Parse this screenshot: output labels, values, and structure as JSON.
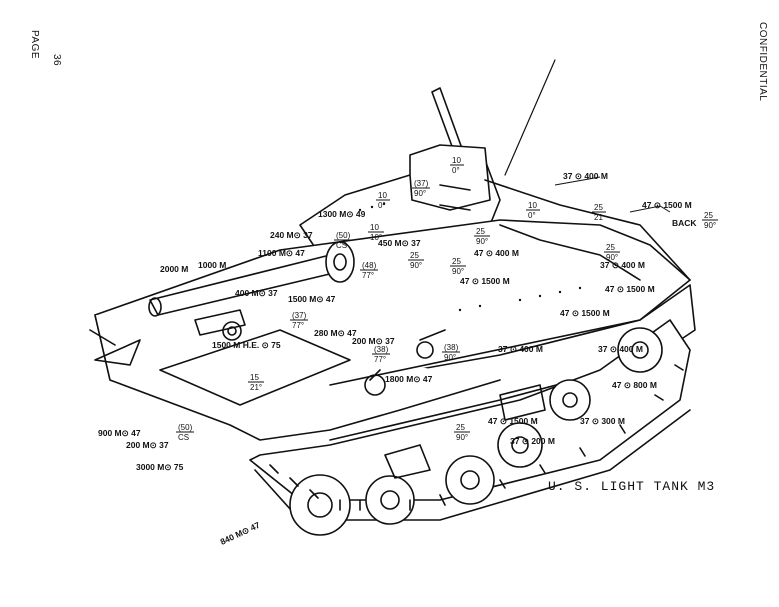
{
  "page": {
    "page_label": "PAGE",
    "page_number": "36",
    "classification": "CONFIDENTIAL",
    "caption": "U. S. LIGHT TANK M3"
  },
  "drawing": {
    "callouts": [
      {
        "id": "turret-rear",
        "range": "400",
        "caliber": "37"
      },
      {
        "id": "rear-back",
        "range": "1500",
        "caliber": "47"
      },
      {
        "id": "hull-side-1",
        "range": "400",
        "caliber": "37"
      },
      {
        "id": "hull-side-2",
        "range": "1500",
        "caliber": "47"
      },
      {
        "id": "hull-side-3",
        "range": "1500",
        "caliber": "47"
      },
      {
        "id": "hull-side-4",
        "range": "400",
        "caliber": "37"
      },
      {
        "id": "hull-side-5",
        "range": "400",
        "caliber": "37"
      },
      {
        "id": "track-1",
        "range": "800",
        "caliber": "47"
      },
      {
        "id": "track-2",
        "range": "1500",
        "caliber": "47"
      },
      {
        "id": "track-3",
        "range": "300",
        "caliber": "37"
      },
      {
        "id": "track-4",
        "range": "200",
        "caliber": "37"
      },
      {
        "id": "turret-top",
        "range": "1300",
        "caliber": "49"
      },
      {
        "id": "turret-side",
        "range": "450",
        "caliber": "37"
      },
      {
        "id": "turret-front",
        "range": "400",
        "caliber": "47"
      },
      {
        "id": "turret-front-2",
        "range": "1500",
        "caliber": "47"
      },
      {
        "id": "mantlet-1",
        "range": "240",
        "caliber": "37"
      },
      {
        "id": "mantlet-2",
        "range": "1100",
        "caliber": "47"
      },
      {
        "id": "gun",
        "range": "2000",
        "caliber": "M"
      },
      {
        "id": "gun-2",
        "range": "1000",
        "caliber": "M"
      },
      {
        "id": "hull-front-1",
        "range": "400",
        "caliber": "37"
      },
      {
        "id": "hull-front-2",
        "range": "1500",
        "caliber": "47"
      },
      {
        "id": "glacis-1",
        "range": "280",
        "caliber": "47"
      },
      {
        "id": "glacis-2",
        "range": "200",
        "caliber": "37"
      },
      {
        "id": "glacis-he",
        "range": "1500",
        "caliber": "75"
      },
      {
        "id": "hull-nose",
        "range": "1800",
        "caliber": "47"
      },
      {
        "id": "nose-1",
        "range": "900",
        "caliber": "47"
      },
      {
        "id": "nose-2",
        "range": "200",
        "caliber": "37"
      },
      {
        "id": "nose-3",
        "range": "3000",
        "caliber": "75"
      },
      {
        "id": "front-track",
        "range": "840",
        "caliber": "47"
      }
    ],
    "fractions": [
      {
        "id": "cupola",
        "num": "10",
        "den": "0°"
      },
      {
        "id": "cupola-side",
        "num": "(37)",
        "den": "90°"
      },
      {
        "id": "turret-top-a",
        "num": "10",
        "den": "0°"
      },
      {
        "id": "turret-top-b",
        "num": "10",
        "den": "10°"
      },
      {
        "id": "engine-deck",
        "num": "10",
        "den": "0°"
      },
      {
        "id": "rear-plate",
        "num": "25",
        "den": "21"
      },
      {
        "id": "rear-back",
        "num": "25",
        "den": "90°"
      },
      {
        "id": "turret-side-a",
        "num": "25",
        "den": "90°"
      },
      {
        "id": "turret-side-b",
        "num": "25",
        "den": "90°"
      },
      {
        "id": "hull-side-a",
        "num": "25",
        "den": "90°"
      },
      {
        "id": "hull-side-b",
        "num": "25",
        "den": "90°"
      },
      {
        "id": "hull-lower",
        "num": "25",
        "den": "90°"
      },
      {
        "id": "mantlet",
        "num": "(50)",
        "den": "CS"
      },
      {
        "id": "glacis-a",
        "num": "(48)",
        "den": "77°"
      },
      {
        "id": "glacis-b",
        "num": "(37)",
        "den": "77°"
      },
      {
        "id": "glacis-c",
        "num": "(38)",
        "den": "90°"
      },
      {
        "id": "glacis-d",
        "num": "(38)",
        "den": "77°"
      },
      {
        "id": "nose-plate",
        "num": "15",
        "den": "21°"
      },
      {
        "id": "nose-cs",
        "num": "(50)",
        "den": "CS"
      }
    ],
    "labels": {
      "back": "BACK",
      "he": "H.E."
    }
  }
}
